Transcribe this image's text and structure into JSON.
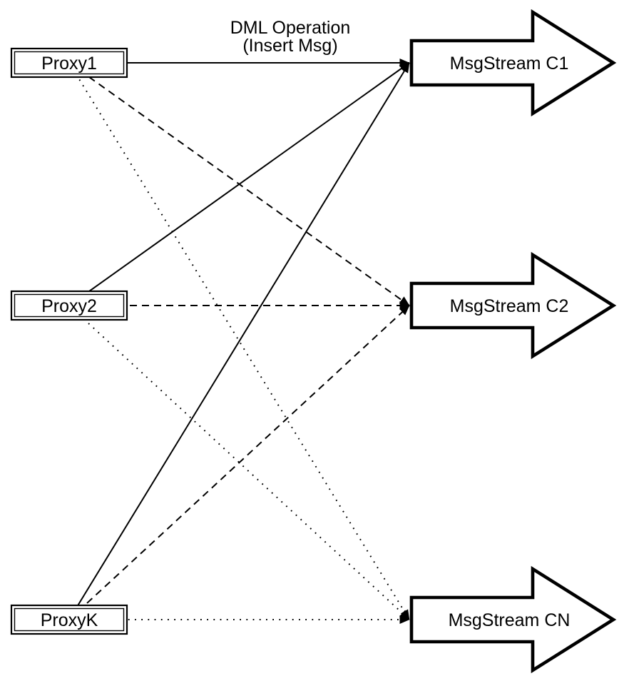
{
  "diagram": {
    "annotation": {
      "line1": "DML Operation",
      "line2": "(Insert Msg)"
    },
    "proxies": [
      {
        "label": "Proxy1"
      },
      {
        "label": "Proxy2"
      },
      {
        "label": "ProxyK"
      }
    ],
    "streams": [
      {
        "label": "MsgStream C1"
      },
      {
        "label": "MsgStream C2"
      },
      {
        "label": "MsgStream CN"
      }
    ],
    "edges": [
      {
        "from": "Proxy1",
        "to": "MsgStream C1",
        "style": "solid"
      },
      {
        "from": "Proxy2",
        "to": "MsgStream C1",
        "style": "solid"
      },
      {
        "from": "ProxyK",
        "to": "MsgStream C1",
        "style": "solid"
      },
      {
        "from": "Proxy1",
        "to": "MsgStream C2",
        "style": "dashed"
      },
      {
        "from": "Proxy2",
        "to": "MsgStream C2",
        "style": "dashed"
      },
      {
        "from": "ProxyK",
        "to": "MsgStream C2",
        "style": "dashed"
      },
      {
        "from": "Proxy1",
        "to": "MsgStream CN",
        "style": "dotted"
      },
      {
        "from": "Proxy2",
        "to": "MsgStream CN",
        "style": "dotted"
      },
      {
        "from": "ProxyK",
        "to": "MsgStream CN",
        "style": "dotted"
      }
    ],
    "colors": {
      "line": "#000000",
      "fill": "#ffffff"
    }
  }
}
